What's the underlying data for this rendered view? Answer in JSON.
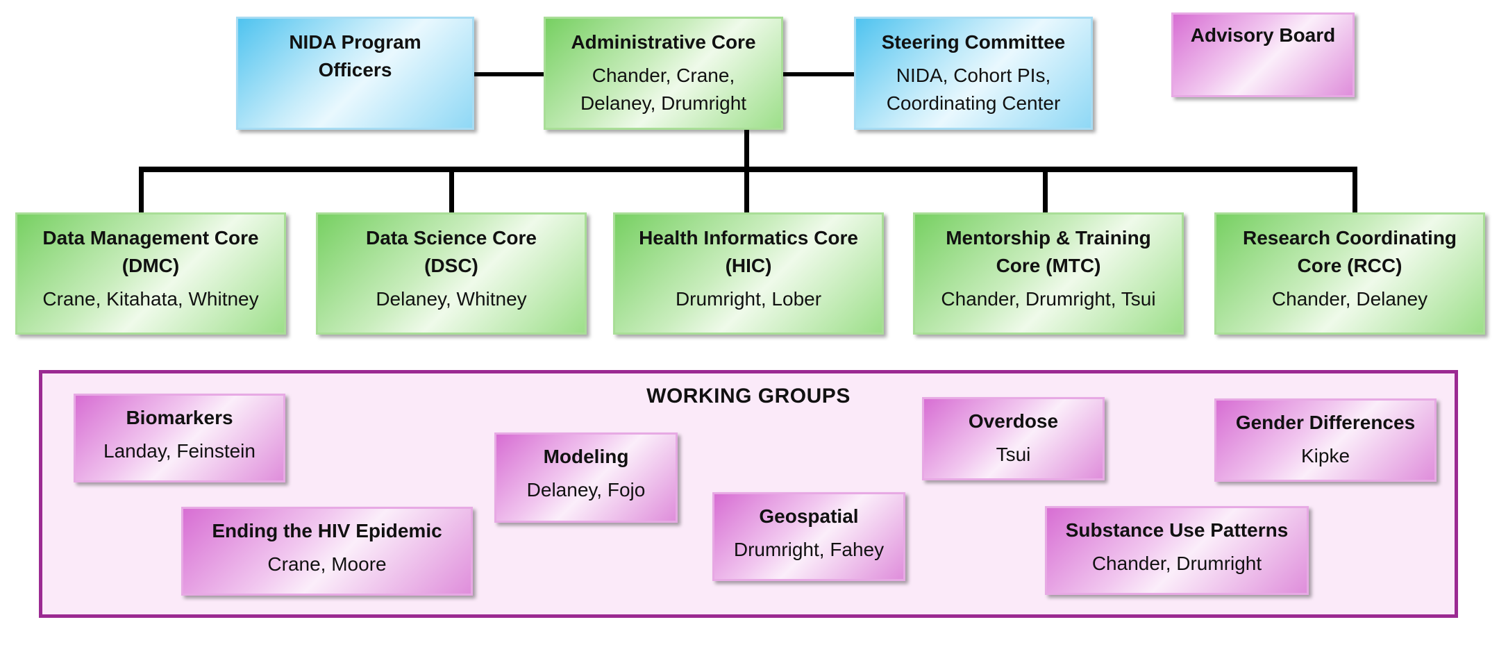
{
  "top": {
    "nida": {
      "title_line1": "NIDA Program",
      "title_line2": "Officers"
    },
    "admin": {
      "title": "Administrative Core",
      "members_line1": "Chander, Crane,",
      "members_line2": "Delaney, Drumright"
    },
    "steering": {
      "title": "Steering Committee",
      "members_line1": "NIDA, Cohort PIs,",
      "members_line2": "Coordinating Center"
    },
    "advisory": {
      "title": "Advisory Board"
    }
  },
  "cores": [
    {
      "title_line1": "Data Management Core",
      "title_line2": "(DMC)",
      "members": "Crane, Kitahata, Whitney"
    },
    {
      "title_line1": "Data Science Core",
      "title_line2": "(DSC)",
      "members": "Delaney, Whitney"
    },
    {
      "title_line1": "Health Informatics Core",
      "title_line2": "(HIC)",
      "members": "Drumright, Lober"
    },
    {
      "title_line1": "Mentorship & Training",
      "title_line2": "Core (MTC)",
      "members": "Chander, Drumright, Tsui"
    },
    {
      "title_line1": "Research Coordinating",
      "title_line2": "Core (RCC)",
      "members": "Chander, Delaney"
    }
  ],
  "working_groups": {
    "title": "WORKING GROUPS",
    "groups": [
      {
        "title": "Biomarkers",
        "members": "Landay, Feinstein"
      },
      {
        "title": "Modeling",
        "members": "Delaney, Fojo"
      },
      {
        "title": "Overdose",
        "members": "Tsui"
      },
      {
        "title": "Gender Differences",
        "members": "Kipke"
      },
      {
        "title": "Ending the HIV Epidemic",
        "members": "Crane, Moore"
      },
      {
        "title": "Geospatial",
        "members": "Drumright, Fahey"
      },
      {
        "title": "Substance Use Patterns",
        "members": "Chander, Drumright"
      }
    ]
  },
  "colors": {
    "blue_box": "#4fc3ef",
    "green_box": "#77d062",
    "pink_box": "#d76ed3",
    "working_group_border": "#9b2a92",
    "connector": "#000000"
  }
}
